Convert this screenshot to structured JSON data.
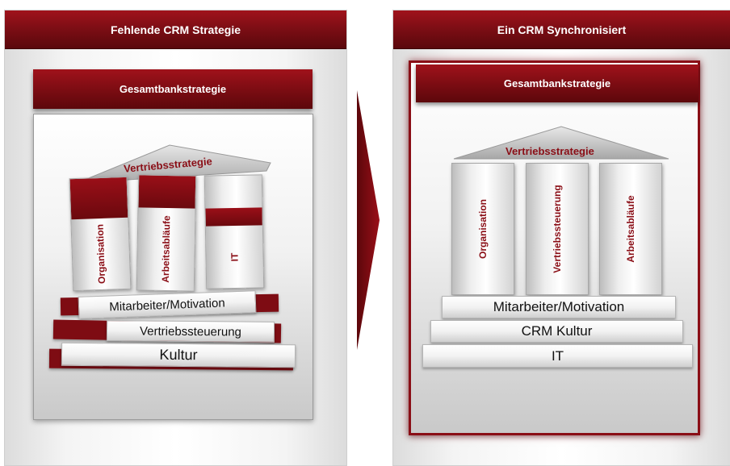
{
  "left_panel": {
    "header": "Fehlende CRM Strategie",
    "top_bar": "Gesamtbankstrategie",
    "roof": "Vertriebsstrategie",
    "pillars": [
      "Organisation",
      "Arbeitsabläufe",
      "IT"
    ],
    "steps": [
      "Mitarbeiter/Motivation",
      "Vertriebssteuerung",
      "Kultur"
    ]
  },
  "right_panel": {
    "header": "Ein CRM Synchronisiert",
    "top_bar": "Gesamtbankstrategie",
    "roof": "Vertriebsstrategie",
    "pillars": [
      "Organisation",
      "Vertriebssteuerung",
      "Arbeitsabläufe"
    ],
    "steps": [
      "Mitarbeiter/Motivation",
      "CRM Kultur",
      "IT"
    ]
  },
  "colors": {
    "accent": "#8a0e16",
    "header_dark": "#5a080c",
    "header_light": "#a0121b"
  }
}
